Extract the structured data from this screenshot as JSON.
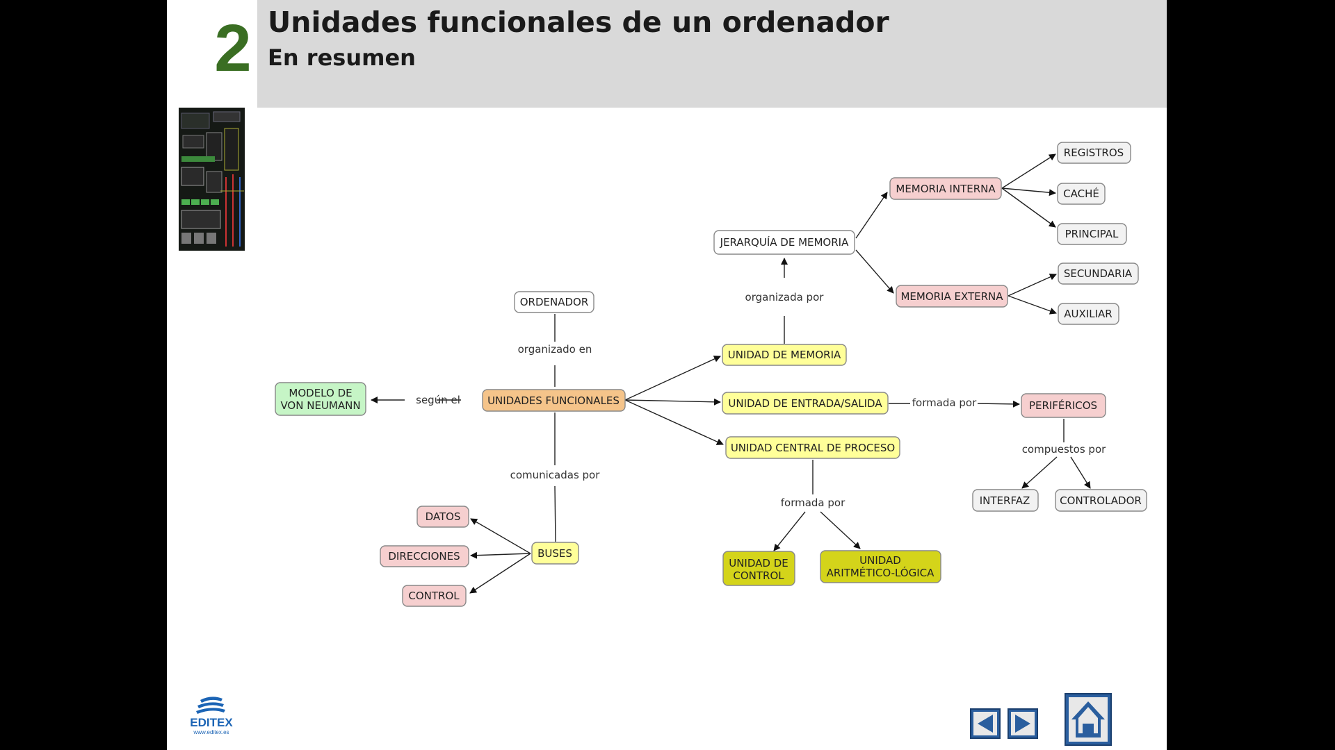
{
  "slide": {
    "chapter_number": "2",
    "title": "Unidades funcionales de un ordenador",
    "subtitle": "En resumen"
  },
  "concept_map": {
    "nodes": {
      "ordenador": "ORDENADOR",
      "unidades_funcionales": "UNIDADES FUNCIONALES",
      "von_neumann_1": "MODELO DE",
      "von_neumann_2": "VON NEUMANN",
      "unidad_memoria": "UNIDAD DE MEMORIA",
      "unidad_es": "UNIDAD DE ENTRADA/SALIDA",
      "ucp": "UNIDAD CENTRAL DE PROCESO",
      "jerarquia": "JERARQUÍA DE MEMORIA",
      "memoria_interna": "MEMORIA INTERNA",
      "memoria_externa": "MEMORIA EXTERNA",
      "registros": "REGISTROS",
      "cache": "CACHÉ",
      "principal": "PRINCIPAL",
      "secundaria": "SECUNDARIA",
      "auxiliar": "AUXILIAR",
      "perifericos": "PERIFÉRICOS",
      "interfaz": "INTERFAZ",
      "controlador": "CONTROLADOR",
      "unidad_control_1": "UNIDAD DE",
      "unidad_control_2": "CONTROL",
      "alu_1": "UNIDAD",
      "alu_2": "ARITMÉTICO-LÓGICA",
      "buses": "BUSES",
      "datos": "DATOS",
      "direcciones": "DIRECCIONES",
      "control": "CONTROL"
    },
    "links": {
      "organizado_en": "organizado en",
      "segun_el": "según el",
      "comunicadas_por": "comunicadas por",
      "organizada_por": "organizada por",
      "formada_por_es": "formada por",
      "formada_por_ucp": "formada por",
      "compuestos_por": "compuestos por"
    },
    "colors": {
      "white_node": "#ffffff",
      "pink_node": "#f6cfcf",
      "yellow_node": "#ffff99",
      "olive_node": "#d4d41a",
      "orange_node": "#f5c48a",
      "green_node": "#c6f5c6"
    }
  },
  "footer": {
    "logo_name": "EDITEX",
    "logo_url": "www.editex.es"
  },
  "navigation": {
    "prev_icon": "triangle-left-icon",
    "next_icon": "triangle-right-icon",
    "home_icon": "house-icon"
  }
}
